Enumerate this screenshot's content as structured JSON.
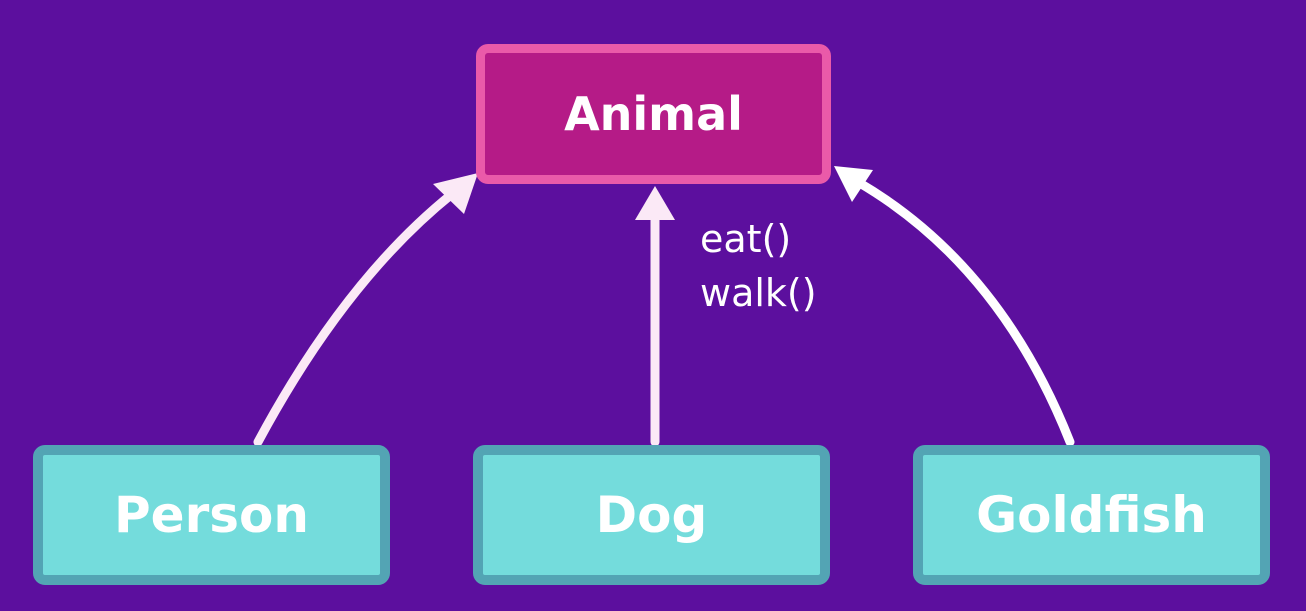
{
  "diagram": {
    "parent": {
      "label": "Animal"
    },
    "children": [
      {
        "label": "Person"
      },
      {
        "label": "Dog"
      },
      {
        "label": "Goldfish"
      }
    ],
    "methods": [
      "eat()",
      "walk()"
    ],
    "colors": {
      "background": "#5c0f9e",
      "parent_fill": "#b51b87",
      "parent_border": "#ea5aa9",
      "child_fill": "#74dcdc",
      "child_border": "#53a4b4",
      "arrow": "#fbe9f6"
    },
    "relationships": [
      {
        "from": "Person",
        "to": "Animal"
      },
      {
        "from": "Dog",
        "to": "Animal"
      },
      {
        "from": "Goldfish",
        "to": "Animal"
      }
    ]
  }
}
